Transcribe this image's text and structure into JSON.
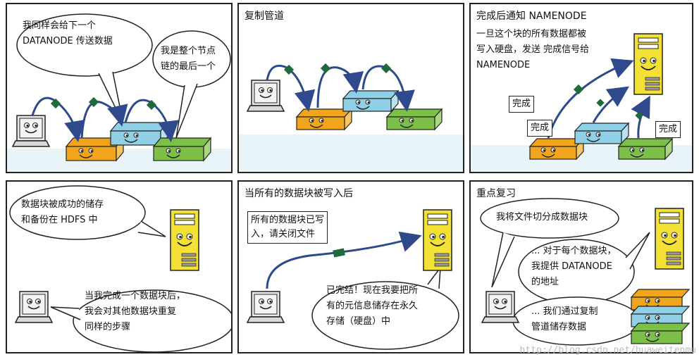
{
  "panels": [
    {
      "title": "",
      "bubble_a": [
        "我同样会给下一个",
        "DATANODE 传送数据"
      ],
      "bubble_b": [
        "我是整个节点",
        "链的最后一个"
      ]
    },
    {
      "title": "复制管道"
    },
    {
      "title": "完成后通知 NAMENODE",
      "text": [
        "一旦这个块的所有数据都被",
        "写入硬盘，发送 完成信号给",
        "NAMENODE"
      ],
      "labels": [
        "完成",
        "完成",
        "完成"
      ]
    },
    {
      "title": "",
      "bubble_a": [
        "数据块被成功的储存",
        "和备份在 HDFS 中"
      ],
      "bubble_b": [
        "当我完成一个数据块后，",
        "我会对其他数据块重复",
        "同样的步骤"
      ]
    },
    {
      "title": "当所有的数据块被写入后",
      "box": [
        "所有的数据块已写",
        "入，请关闭文件"
      ],
      "bubble": [
        "已完结！现在我要把所",
        "有的元信息储存在永久",
        "存储（硬盘）中"
      ]
    },
    {
      "title": "重点复习",
      "bubble_a": [
        "我将文件切分成数据块"
      ],
      "bubble_b": [
        "... 对于每个数据块，",
        "我提供 DATANODE",
        "的地址"
      ],
      "bubble_c": [
        "... 我们通过复制",
        "管道储存数据"
      ]
    }
  ],
  "watermark": "http://blog.csdn.net/huaweitenmu",
  "colors": {
    "orange": "#f2a51c",
    "blue": "#8fd0e6",
    "green": "#7cc04a",
    "server": "#f3e235",
    "arrow": "#2e4a8c",
    "packet": "#1f6a3a"
  }
}
